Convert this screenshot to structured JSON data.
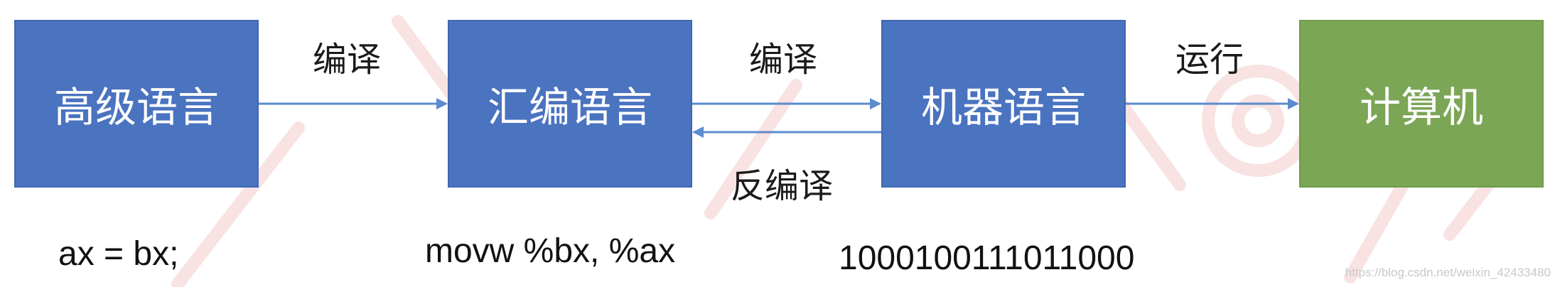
{
  "nodes": {
    "high_level": "高级语言",
    "assembly": "汇编语言",
    "machine": "机器语言",
    "computer": "计算机"
  },
  "edges": {
    "compile_1": "编译",
    "compile_2": "编译",
    "decompile": "反编译",
    "run": "运行"
  },
  "examples": {
    "high_level": "ax = bx;",
    "assembly": "movw %bx, %ax",
    "machine": "1000100111011000"
  },
  "watermark_url": "https://blog.csdn.net/weixin_42433480",
  "colors": {
    "blue_box": "#4a73c0",
    "green_box": "#7ba655",
    "arrow": "#5b8bd0"
  }
}
